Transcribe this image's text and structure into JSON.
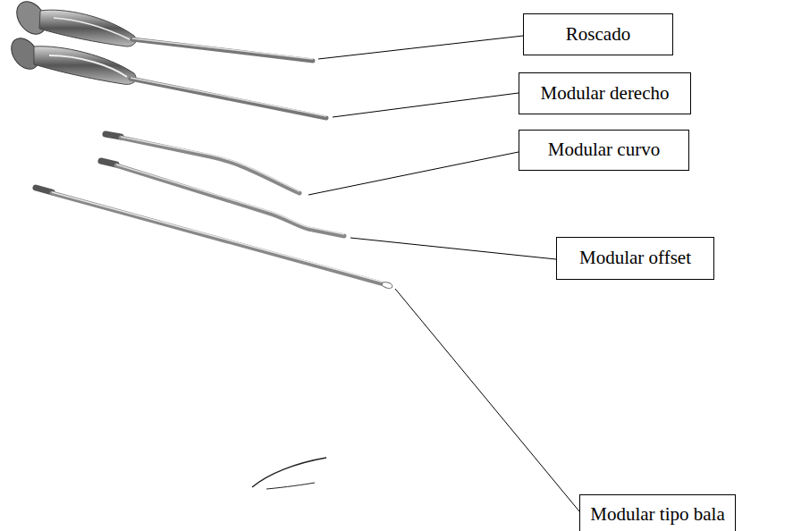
{
  "diagram": {
    "nodes": [
      {
        "text": [
          "Roscado"
        ]
      },
      {
        "text": [
          "Modular derecho"
        ]
      },
      {
        "text": [
          "Modular curvo"
        ]
      },
      {
        "text": [
          "Modular offset"
        ]
      },
      {
        "text": [
          "Modular tipo bala"
        ]
      }
    ]
  }
}
